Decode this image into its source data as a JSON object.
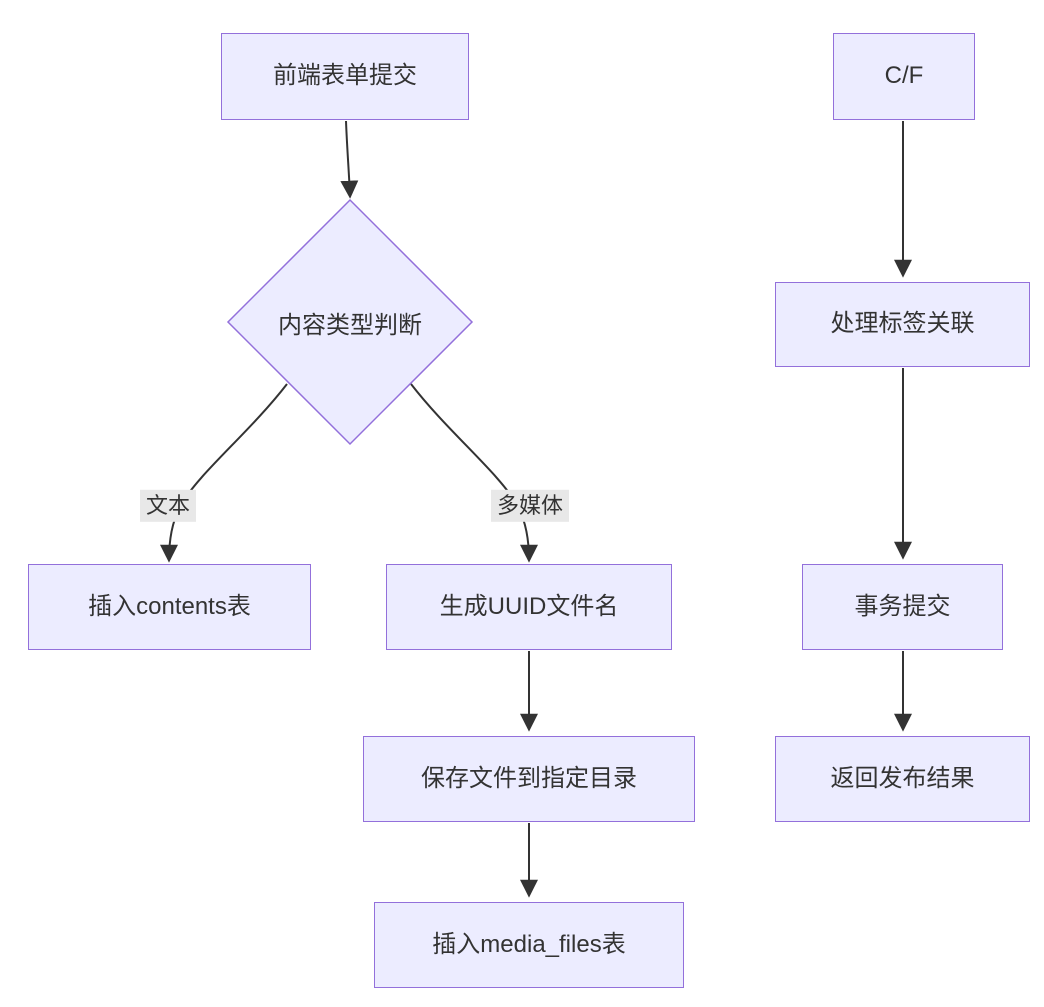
{
  "diagram": {
    "type": "flowchart",
    "direction": "top-down",
    "colors": {
      "node_fill": "#ECECFF",
      "node_border": "#9370DB",
      "edge_stroke": "#333333",
      "text": "#333333",
      "edge_label_background": "#e8e8e8",
      "canvas_background": "#ffffff"
    },
    "nodes": [
      {
        "id": "frontend-form-submit",
        "shape": "rect",
        "label": "前端表单提交"
      },
      {
        "id": "content-type-decision",
        "shape": "diamond",
        "label": "内容类型判断"
      },
      {
        "id": "insert-contents-table",
        "shape": "rect",
        "label": "插入contents表"
      },
      {
        "id": "generate-uuid-filename",
        "shape": "rect",
        "label": "生成UUID文件名"
      },
      {
        "id": "save-file-to-directory",
        "shape": "rect",
        "label": "保存文件到指定目录"
      },
      {
        "id": "insert-media-files-table",
        "shape": "rect",
        "label": "插入media_files表"
      },
      {
        "id": "cf",
        "shape": "rect",
        "label": "C/F"
      },
      {
        "id": "process-tag-relation",
        "shape": "rect",
        "label": "处理标签关联"
      },
      {
        "id": "transaction-commit",
        "shape": "rect",
        "label": "事务提交"
      },
      {
        "id": "return-publish-result",
        "shape": "rect",
        "label": "返回发布结果"
      }
    ],
    "edges": [
      {
        "from": "frontend-form-submit",
        "to": "content-type-decision",
        "label": ""
      },
      {
        "from": "content-type-decision",
        "to": "insert-contents-table",
        "label": "文本"
      },
      {
        "from": "content-type-decision",
        "to": "generate-uuid-filename",
        "label": "多媒体"
      },
      {
        "from": "generate-uuid-filename",
        "to": "save-file-to-directory",
        "label": ""
      },
      {
        "from": "save-file-to-directory",
        "to": "insert-media-files-table",
        "label": ""
      },
      {
        "from": "cf",
        "to": "process-tag-relation",
        "label": ""
      },
      {
        "from": "process-tag-relation",
        "to": "transaction-commit",
        "label": ""
      },
      {
        "from": "transaction-commit",
        "to": "return-publish-result",
        "label": ""
      }
    ]
  }
}
